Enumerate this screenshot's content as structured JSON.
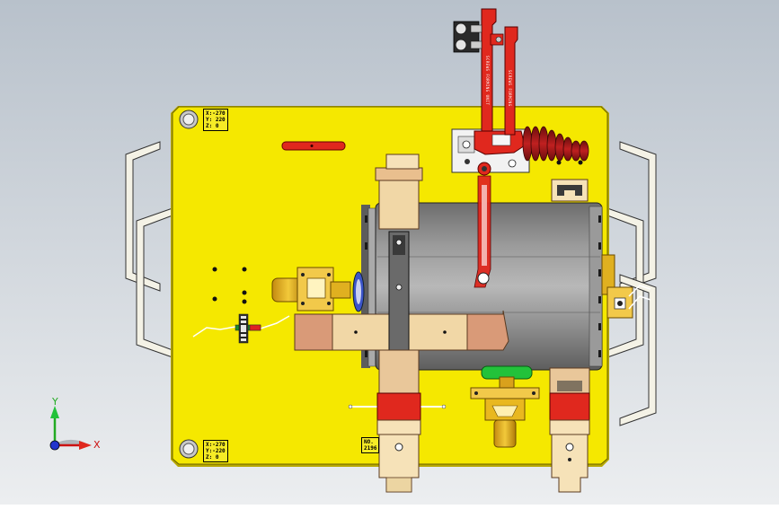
{
  "viewport": {
    "background_top": "#b9c2cc",
    "background_bottom": "#e9ecef"
  },
  "colors": {
    "plate": "#f5e800",
    "plate_edge": "#b7a800",
    "red": "#e0281e",
    "gray_cylinder": "#8b8b8b",
    "peach": "#e9c79a",
    "salmon": "#d99a78",
    "dark_gray": "#5a5a5a",
    "green": "#22c23a",
    "gold": "#e9b820"
  },
  "labels": {
    "coord_top_left": {
      "x": "X:-270",
      "y": "Y: 220",
      "z": "Z:   0"
    },
    "coord_bottom_left": {
      "x": "X:-270",
      "y": "Y:-220",
      "z": "Z:   0"
    },
    "plate_id_line1": "NO.",
    "plate_id_line2": "2196",
    "clamp_text_left": "SCREWS FORMING UNIT",
    "clamp_text_right": "SCREWS FORMING"
  },
  "triad": {
    "x_label": "X",
    "y_label": "Y",
    "x_icon": "x-axis-arrow-icon",
    "y_icon": "y-axis-arrow-icon",
    "z_icon": "z-axis-origin-icon"
  }
}
